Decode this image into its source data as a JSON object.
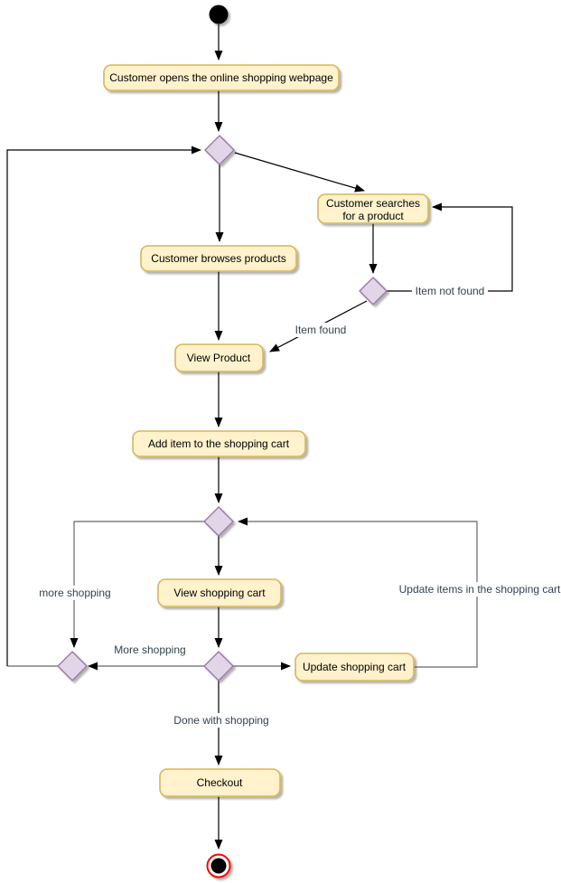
{
  "diagram": {
    "colors": {
      "activity_fill": "#FFF2CC",
      "activity_border": "#D6B656",
      "decision_fill": "#E1D5E7",
      "decision_border": "#9673A6",
      "edge": "#000000",
      "edge_loop": "#666666",
      "label_text": "#33424F",
      "final_ring": "#FF0000"
    },
    "activities": {
      "open_webpage": "Customer opens the online shopping webpage",
      "search_line1": "Customer searches",
      "search_line2": "for a product",
      "browse_products": "Customer browses products",
      "view_product": "View Product",
      "add_item": "Add item to the shopping cart",
      "view_cart": "View shopping cart",
      "update_cart": "Update shopping cart",
      "checkout": "Checkout"
    },
    "edge_labels": {
      "item_not_found": "Item not found",
      "item_found": "Item found",
      "more_shopping_lower": "more shopping",
      "more_shopping": "More shopping",
      "update_items": "Update items in the shopping cart",
      "done_with_shopping": "Done with shopping"
    }
  }
}
